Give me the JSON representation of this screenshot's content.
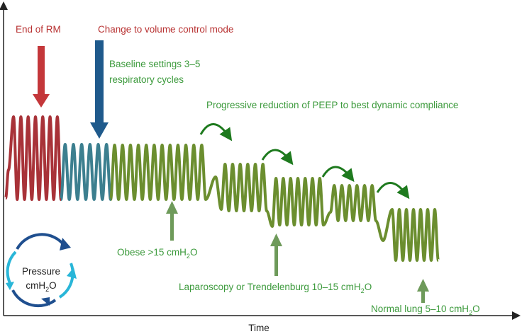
{
  "labels": {
    "end_of_rm": "End of RM",
    "change_mode": "Change to volume control mode",
    "baseline_line1": "Baseline settings 3–5",
    "baseline_line2": "respiratory cycles",
    "progressive": "Progressive reduction of PEEP to best dynamic compliance",
    "obese": "Obese >15 cmH",
    "obese_unit": "O",
    "laparoscopy": "Laparoscopy or Trendelenburg 10–15 cmH",
    "laparoscopy_unit": "O",
    "normal": "Normal lung 5–10 cmH",
    "normal_unit": "O",
    "subscript": "2",
    "cycle_line1": "Pressure",
    "cycle_line2": "cmH",
    "cycle_unit": "O",
    "x_axis": "Time"
  },
  "colors": {
    "rm_wave": "#a83238",
    "baseline_wave": "#3c7f8f",
    "peep_wave": "#6b8e2f",
    "rm_arrow": "#c4373a",
    "mode_arrow": "#1f5a8c",
    "green_text": "#3c9a3c",
    "curved_arrow": "#1e7a1e",
    "up_arrow": "#6e9a5a",
    "cycle_dark": "#1f4f8f",
    "cycle_light": "#29b6d8"
  }
}
